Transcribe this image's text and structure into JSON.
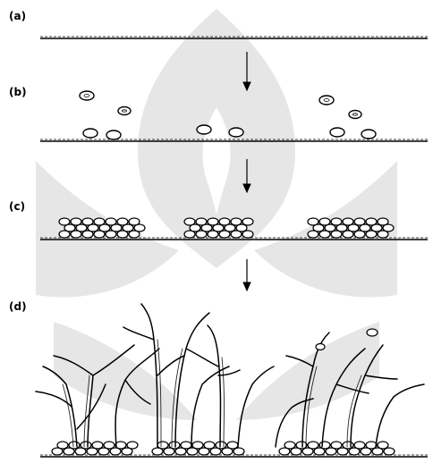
{
  "labels": {
    "a": "(a)",
    "b": "(b)",
    "c": "(c)",
    "d": "(d)"
  },
  "colors": {
    "ink": "#000000",
    "watermark": "#d9d9d9",
    "background": "#ffffff"
  }
}
